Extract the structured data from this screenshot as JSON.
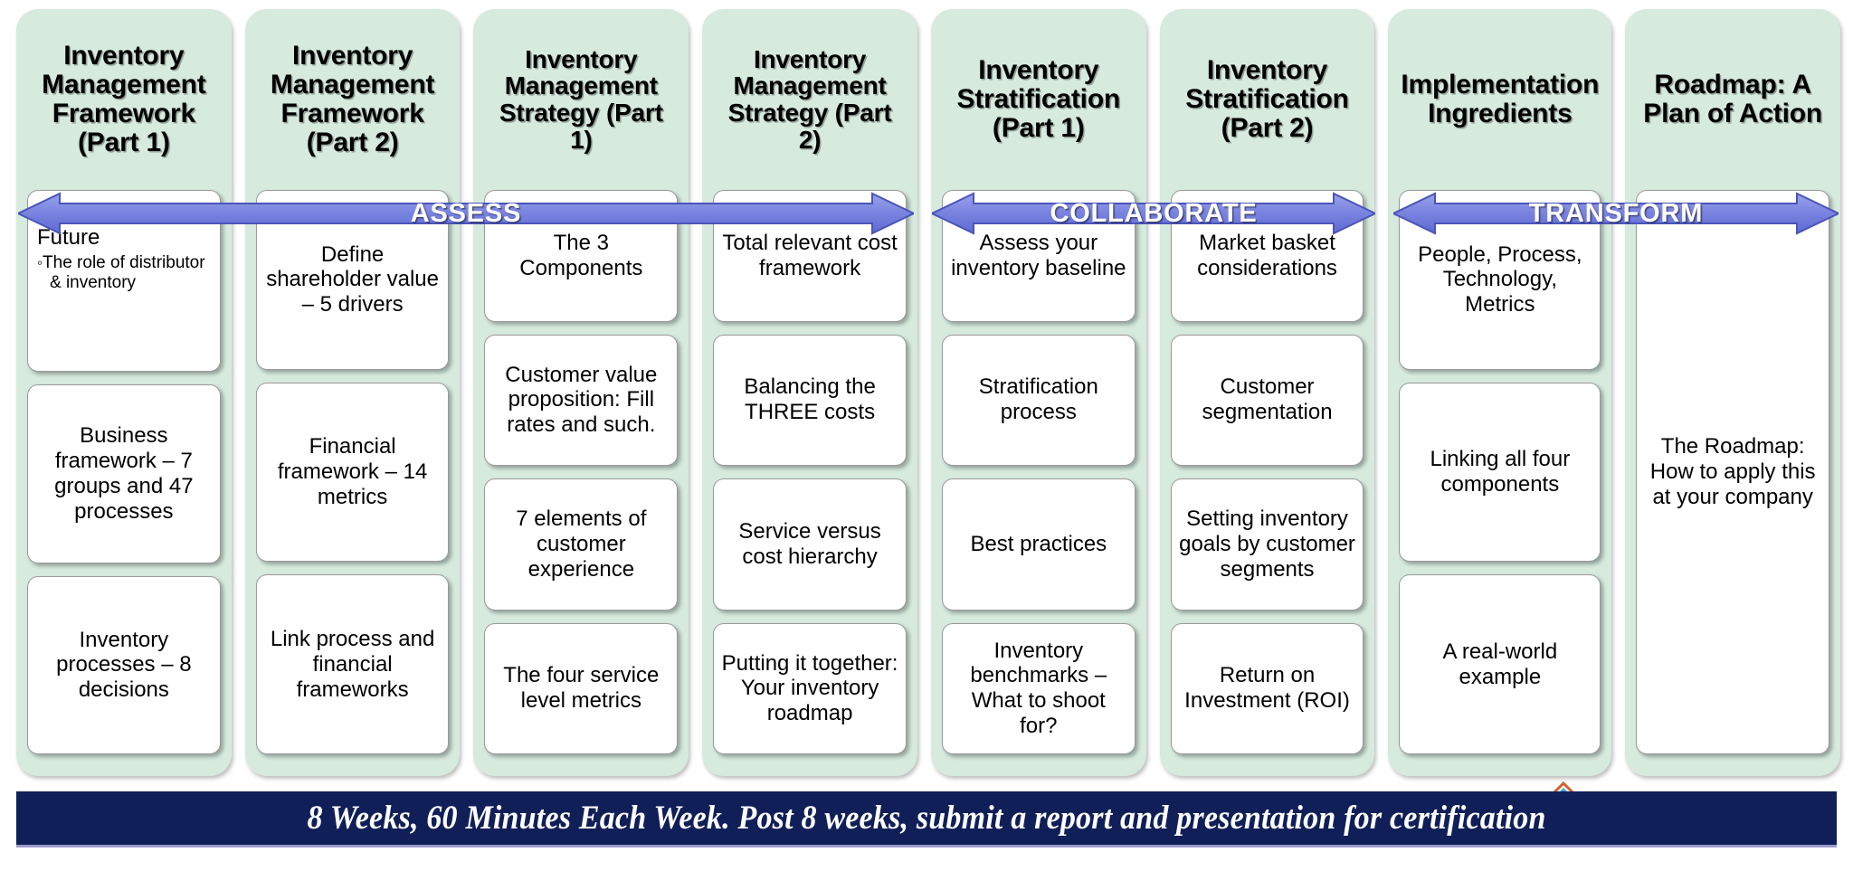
{
  "colors": {
    "column_bg": "#d6eade",
    "arrow_fill": "#7b85e0",
    "arrow_stroke": "#4a55b8",
    "banner_bg": "#101f58",
    "card_bg": "#ffffff",
    "text": "#000000",
    "marker_outer": "#d4602a",
    "marker_inner": "#3fa9dd"
  },
  "phases": [
    {
      "name": "ASSESS"
    },
    {
      "name": "COLLABORATE"
    },
    {
      "name": "TRANSFORM"
    }
  ],
  "columns": [
    {
      "title": "Inventory Management Framework (Part 1)",
      "cards": [
        {
          "headline": "Past – Present – Future",
          "bullets": [
            "The role of distributor & inventory"
          ],
          "align": "top"
        },
        {
          "headline": "Business framework – 7 groups and 47 processes"
        },
        {
          "headline": "Inventory processes – 8 decisions"
        }
      ]
    },
    {
      "title": "Inventory Management Framework (Part 2)",
      "cards": [
        {
          "headline": "Define shareholder value – 5 drivers"
        },
        {
          "headline": "Financial framework – 14 metrics"
        },
        {
          "headline": "Link process and financial frameworks"
        }
      ]
    },
    {
      "title": "Inventory Management Strategy (Part 1)",
      "cards": [
        {
          "headline": "The 3 Components"
        },
        {
          "headline": "Customer value proposition: Fill rates and such."
        },
        {
          "headline": "7 elements of customer experience"
        },
        {
          "headline": "The four service level metrics"
        }
      ]
    },
    {
      "title": "Inventory Management Strategy (Part 2)",
      "cards": [
        {
          "headline": "Total relevant cost framework"
        },
        {
          "headline": "Balancing the THREE costs"
        },
        {
          "headline": "Service versus cost hierarchy"
        },
        {
          "headline": "Putting it together: Your inventory roadmap"
        }
      ]
    },
    {
      "title": "Inventory Stratification (Part 1)",
      "cards": [
        {
          "headline": "Assess your inventory baseline"
        },
        {
          "headline": "Stratification process"
        },
        {
          "headline": "Best practices"
        },
        {
          "headline": "Inventory benchmarks – What to shoot for?"
        }
      ]
    },
    {
      "title": "Inventory Stratification (Part 2)",
      "cards": [
        {
          "headline": "Market basket considerations"
        },
        {
          "headline": "Customer segmentation"
        },
        {
          "headline": "Setting inventory goals by customer segments"
        },
        {
          "headline": "Return on Investment (ROI)"
        }
      ]
    },
    {
      "title": "Implementation Ingredients",
      "cards": [
        {
          "headline": "People, Process, Technology, Metrics"
        },
        {
          "headline": "Linking all four components"
        },
        {
          "headline": "A real-world example"
        }
      ]
    },
    {
      "title": "Roadmap: A Plan of Action",
      "cards": [
        {
          "headline": "The Roadmap: How to apply this at your company",
          "single": true
        }
      ]
    }
  ],
  "banner": {
    "text": "8 Weeks, 60 Minutes Each Week. Post 8 weeks, submit a report and presentation for certification"
  }
}
